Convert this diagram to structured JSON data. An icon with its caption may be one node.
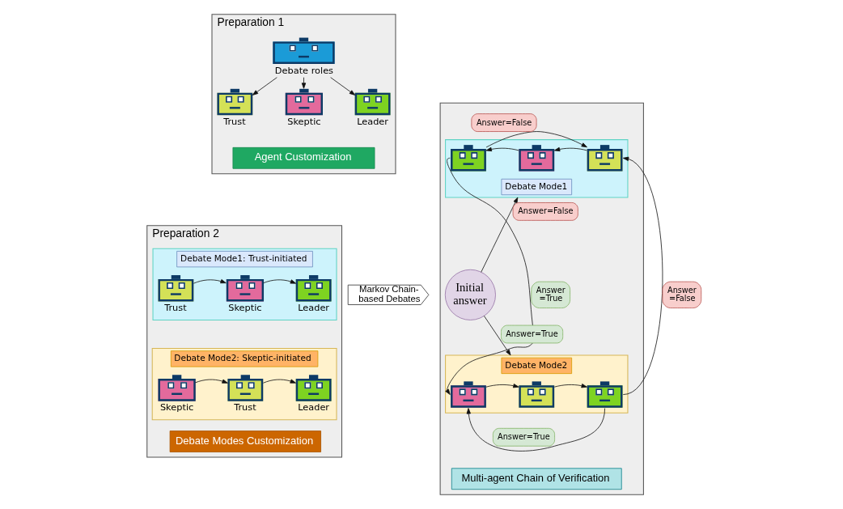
{
  "diagram": {
    "nodes": [
      {
        "text": [
          "Preparation 1"
        ]
      },
      {
        "text": [],
        "shape": "picture",
        "in": 0,
        "beside": [
          "Debate roles"
        ]
      },
      {
        "text": [],
        "shape": "picture",
        "in": 0,
        "beside": [
          "Trust"
        ]
      },
      {
        "text": [],
        "shape": "picture",
        "in": 0,
        "beside": [
          "Skeptic"
        ]
      },
      {
        "text": [],
        "shape": "picture",
        "in": 0,
        "beside": [
          "Leader"
        ]
      },
      {
        "text": [
          "Agent Customization"
        ],
        "in": 0
      },
      {
        "text": [
          "Preparation 2"
        ]
      },
      {
        "text": [
          "Debate Mode1: Trust-initiated"
        ],
        "in": 6
      },
      {
        "text": [],
        "shape": "picture",
        "in": 7,
        "beside": [
          "Trust"
        ]
      },
      {
        "text": [],
        "shape": "picture",
        "in": 7,
        "beside": [
          "Skeptic"
        ]
      },
      {
        "text": [],
        "shape": "picture",
        "in": 7,
        "beside": [
          "Leader"
        ]
      },
      {
        "text": [
          "Debate Mode2: Skeptic-initiated"
        ],
        "in": 6
      },
      {
        "text": [],
        "shape": "picture",
        "in": 11,
        "beside": [
          "Skeptic"
        ]
      },
      {
        "text": [],
        "shape": "picture",
        "in": 11,
        "beside": [
          "Trust"
        ]
      },
      {
        "text": [],
        "shape": "picture",
        "in": 11,
        "beside": [
          "Leader"
        ]
      },
      {
        "text": [
          "Debate Modes Customization"
        ],
        "in": 6
      },
      {
        "text": [
          "Markov Chain-based Debates"
        ]
      },
      {
        "text": [],
        "shape": "box"
      },
      {
        "text": [
          "Debate Mode1"
        ],
        "in": 17
      },
      {
        "text": [],
        "shape": "picture",
        "in": 18
      },
      {
        "text": [],
        "shape": "picture",
        "in": 18
      },
      {
        "text": [],
        "shape": "picture",
        "in": 18
      },
      {
        "text": [
          "Initial answer"
        ],
        "in": 17
      },
      {
        "text": [
          "Debate Mode2"
        ],
        "in": 17
      },
      {
        "text": [],
        "shape": "picture",
        "in": 23
      },
      {
        "text": [],
        "shape": "picture",
        "in": 23
      },
      {
        "text": [],
        "shape": "picture",
        "in": 23
      },
      {
        "text": [
          "Multi-agent Chain of Verification"
        ],
        "in": 17
      }
    ],
    "edges": [
      {
        "from": 1,
        "to": 2,
        "arrow": "to"
      },
      {
        "from": 1,
        "to": 3,
        "arrow": "to"
      },
      {
        "from": 1,
        "to": 4,
        "arrow": "to"
      },
      {
        "from": 8,
        "to": 9,
        "arrow": "to"
      },
      {
        "from": 9,
        "to": 10,
        "arrow": "to"
      },
      {
        "from": 12,
        "to": 13,
        "arrow": "to"
      },
      {
        "from": 13,
        "to": 14,
        "arrow": "to"
      },
      {
        "from": 19,
        "to": 21,
        "arrow": "to",
        "label": "Answer=False"
      },
      {
        "from": 21,
        "to": 20,
        "arrow": "to"
      },
      {
        "from": 20,
        "to": 19,
        "arrow": "to"
      },
      {
        "from": 19,
        "to": 24,
        "arrow": "to",
        "label": "Answer =True"
      },
      {
        "from": 22,
        "to": 18,
        "arrow": "to",
        "label": "Answer=False"
      },
      {
        "from": 22,
        "to": 23,
        "arrow": "to",
        "label": "Answer=True"
      },
      {
        "from": 26,
        "to": 21,
        "arrow": "to",
        "label": "Answer =False"
      },
      {
        "from": 24,
        "to": 25,
        "arrow": "to"
      },
      {
        "from": 25,
        "to": 26,
        "arrow": "to"
      },
      {
        "from": 26,
        "to": 24,
        "arrow": "to",
        "label": "Answer=True"
      }
    ]
  }
}
